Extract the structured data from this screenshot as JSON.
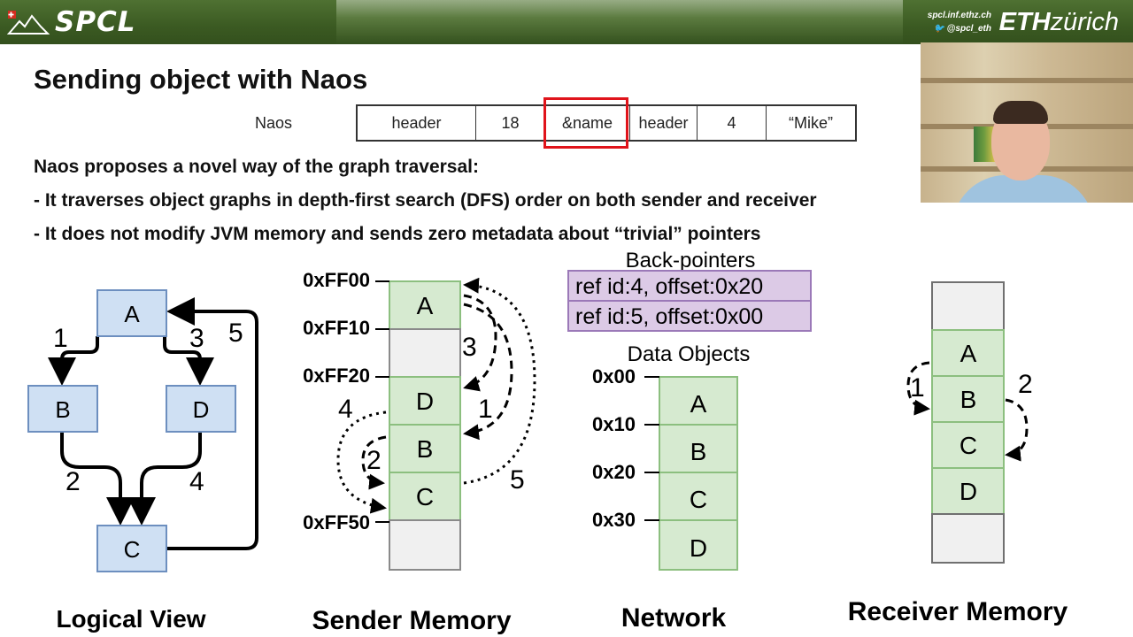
{
  "header": {
    "logo_text": "SPCL",
    "site_url": "spcl.inf.ethz.ch",
    "twitter": "@spcl_eth",
    "eth_bold": "ETH",
    "eth_rest": "zürich"
  },
  "title": "Sending object with Naos",
  "naos_row": {
    "label": "Naos",
    "cells": [
      "header",
      "18",
      "&name",
      "header",
      "4",
      "“Mike”"
    ]
  },
  "bullets": [
    "Naos proposes a novel way of the graph traversal:",
    "- It traverses object graphs in depth-first search (DFS) order on both sender and receiver",
    "- It does not modify JVM memory and sends zero metadata about “trivial” pointers"
  ],
  "logical_view": {
    "caption": "Logical View",
    "nodes": [
      "A",
      "B",
      "D",
      "C"
    ],
    "edge_labels": [
      "1",
      "3",
      "5",
      "2",
      "4"
    ]
  },
  "sender_memory": {
    "caption": "Sender Memory",
    "addresses": [
      "0xFF00",
      "0xFF10",
      "0xFF20",
      "0xFF50"
    ],
    "slots": [
      "A",
      "",
      "D",
      "B",
      "C",
      ""
    ],
    "edge_labels": [
      "3",
      "1",
      "4",
      "2",
      "5"
    ]
  },
  "network": {
    "caption": "Network",
    "back_pointers_title": "Back-pointers",
    "back_pointers": [
      "ref id:4, offset:0x20",
      "ref id:5, offset:0x00"
    ],
    "data_objects_title": "Data Objects",
    "addresses": [
      "0x00",
      "0x10",
      "0x20",
      "0x30"
    ],
    "slots": [
      "A",
      "B",
      "C",
      "D"
    ]
  },
  "receiver_memory": {
    "caption": "Receiver Memory",
    "slots": [
      "",
      "A",
      "B",
      "C",
      "D",
      ""
    ],
    "edge_labels": [
      "1",
      "2"
    ]
  },
  "colors": {
    "node_fill": "#cfe0f3",
    "node_stroke": "#6d8fbf",
    "slot_fill": "#d6ead0",
    "slot_stroke": "#8cbf7f",
    "empty_fill": "#f0f0f0",
    "bp_fill": "#dccae6",
    "bp_stroke": "#9b79b8",
    "highlight": "#e0141b"
  }
}
